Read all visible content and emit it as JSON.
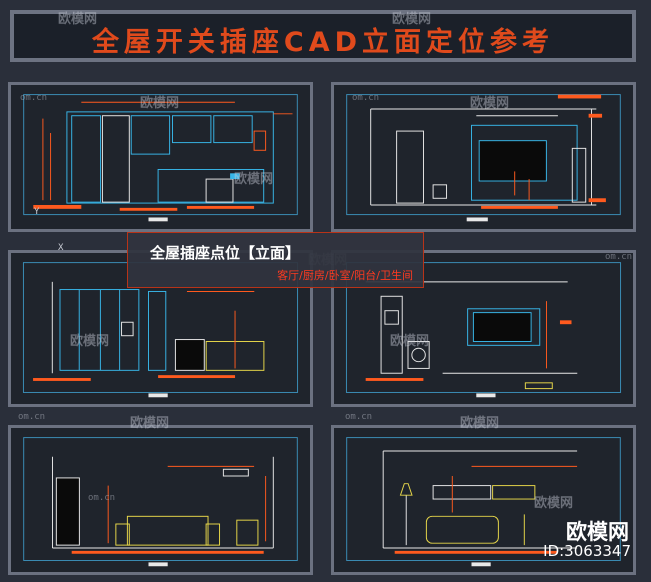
{
  "title": "全屋开关插座CAD立面定位参考",
  "caption": {
    "title": "全屋插座点位【立面】",
    "subtitle": "客厅/厨房/卧室/阳台/卫生间"
  },
  "watermark": {
    "brand": "欧模网",
    "site": "om.cn"
  },
  "brand": {
    "name": "欧模网",
    "id": "ID:3063347"
  },
  "ucs": {
    "y": "Y",
    "x": "X"
  },
  "colors": {
    "background": "#2a2f3a",
    "panel": "#1f242c",
    "frame": "#6b7180",
    "title_red": "#e04a1c",
    "cad_cyan": "#38b6e8",
    "cad_orange": "#ff5a1e",
    "cad_white": "#e8e8e8",
    "cad_yellow": "#e8d84a"
  }
}
